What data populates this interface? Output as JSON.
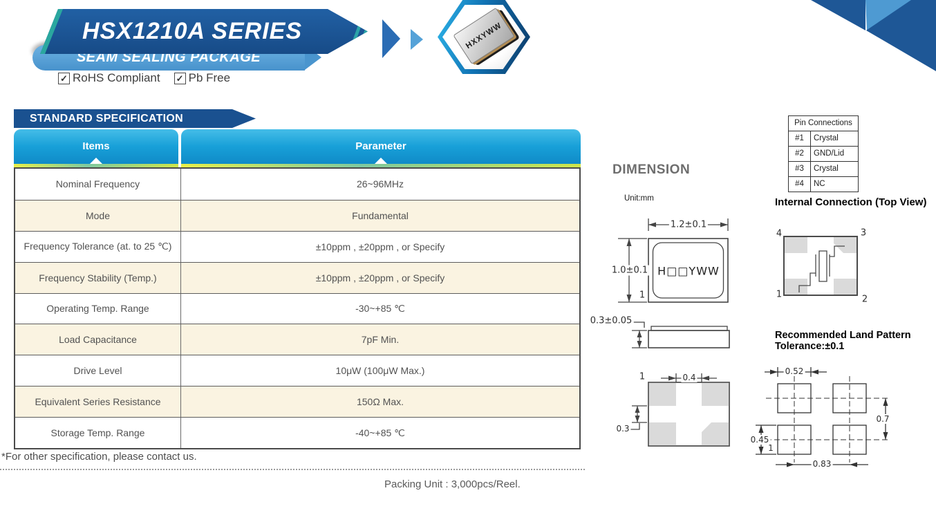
{
  "header": {
    "series_title": "HSX1210A SERIES",
    "subtitle": "SEAM SEALING PACKAGE",
    "check": "✓",
    "badges": [
      {
        "label": "RoHS Compliant"
      },
      {
        "label": "Pb Free"
      }
    ],
    "chip_marking": "HXXYWW"
  },
  "spec": {
    "section_title": "STANDARD SPECIFICATION",
    "col_items": "Items",
    "col_param": "Parameter",
    "rows": [
      {
        "item": "Nominal Frequency",
        "param": "26~96MHz"
      },
      {
        "item": "Mode",
        "param": "Fundamental"
      },
      {
        "item": "Frequency Tolerance (at. to 25 ℃)",
        "param": "±10ppm , ±20ppm , or Specify"
      },
      {
        "item": "Frequency Stability (Temp.)",
        "param": "±10ppm , ±20ppm , or Specify"
      },
      {
        "item": "Operating Temp. Range",
        "param": "-30~+85 ℃"
      },
      {
        "item": "Load Capacitance",
        "param": "7pF Min."
      },
      {
        "item": "Drive Level",
        "param": "10μW (100μW Max.)"
      },
      {
        "item": "Equivalent Series Resistance",
        "param": "150Ω Max."
      },
      {
        "item": "Storage Temp. Range",
        "param": "-40~+85 ℃"
      }
    ],
    "footnote": "*For other specification, please contact us.",
    "packing": "Packing Unit : 3,000pcs/Reel."
  },
  "pin_table": {
    "title": "Pin Connections",
    "rows": [
      [
        "#1",
        "Crystal"
      ],
      [
        "#2",
        "GND/Lid"
      ],
      [
        "#3",
        "Crystal"
      ],
      [
        "#4",
        "NC"
      ]
    ]
  },
  "dimension": {
    "title": "DIMENSION",
    "unit": "Unit:mm",
    "top_view": {
      "dim_width": "1.2±0.1",
      "dim_height": "1.0±0.1",
      "marking": "H□□YWW",
      "pin1": "1"
    },
    "side_view": {
      "dim_height": "0.3±0.05"
    },
    "bottom_view": {
      "dim_gap_x": "0.4",
      "dim_gap_y": "0.3",
      "pin1": "1"
    },
    "internal": {
      "title": "Internal Connection (Top View)",
      "pin_tl": "4",
      "pin_tr": "3",
      "pin_bl": "1",
      "pin_br": "2"
    },
    "land_pattern": {
      "title_line1": "Recommended Land Pattern",
      "title_line2": "Tolerance:±0.1",
      "dim_pad_w": "0.52",
      "dim_pitch_y": "0.7",
      "dim_pad_h": "0.45",
      "dim_pitch_x": "0.83",
      "pin1": "1"
    }
  },
  "colors": {
    "dark_blue": "#1d5495",
    "light_blue": "#4f9ad2",
    "teal_accent": "#2aa79f",
    "header_blue_top": "#45bde8",
    "header_blue_bottom": "#0e86c4",
    "stripe_yellow": "#e9ef48",
    "stripe_green": "#7ec9a0",
    "row_cream": "#faf3e1"
  }
}
